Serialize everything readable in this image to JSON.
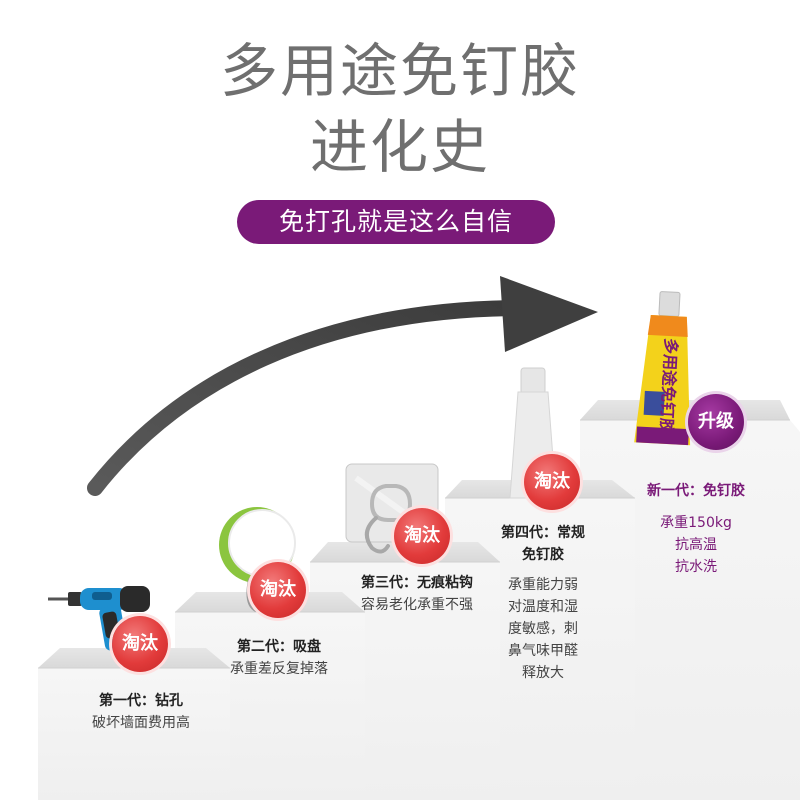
{
  "title": {
    "line1": "多用途免钉胶",
    "line2": "进化史"
  },
  "subtitle": "免打孔就是这么自信",
  "badge_eliminated": "淘汰",
  "badge_upgrade": "升级",
  "tube_label": "多用途免钉胶",
  "steps": [
    {
      "heading": "第一代：钻孔",
      "desc": [
        "破坏墙面费用高"
      ]
    },
    {
      "heading": "第二代：吸盘",
      "desc": [
        "承重差反复掉落"
      ]
    },
    {
      "heading": "第三代：无痕粘钩",
      "desc": [
        "容易老化承重不强"
      ]
    },
    {
      "heading_lines": [
        "第四代：常规",
        "免钉胶"
      ],
      "desc": [
        "承重能力弱",
        "对温度和湿",
        "度敏感，刺",
        "鼻气味甲醛",
        "释放大"
      ]
    },
    {
      "heading": "新一代：免钉胶",
      "desc": [
        "承重150kg",
        "抗高温",
        "抗水洗"
      ]
    }
  ],
  "colors": {
    "accent": "#7a1a78",
    "title_gray": "#6f6f6f",
    "badge_red": "#e23b3b"
  }
}
